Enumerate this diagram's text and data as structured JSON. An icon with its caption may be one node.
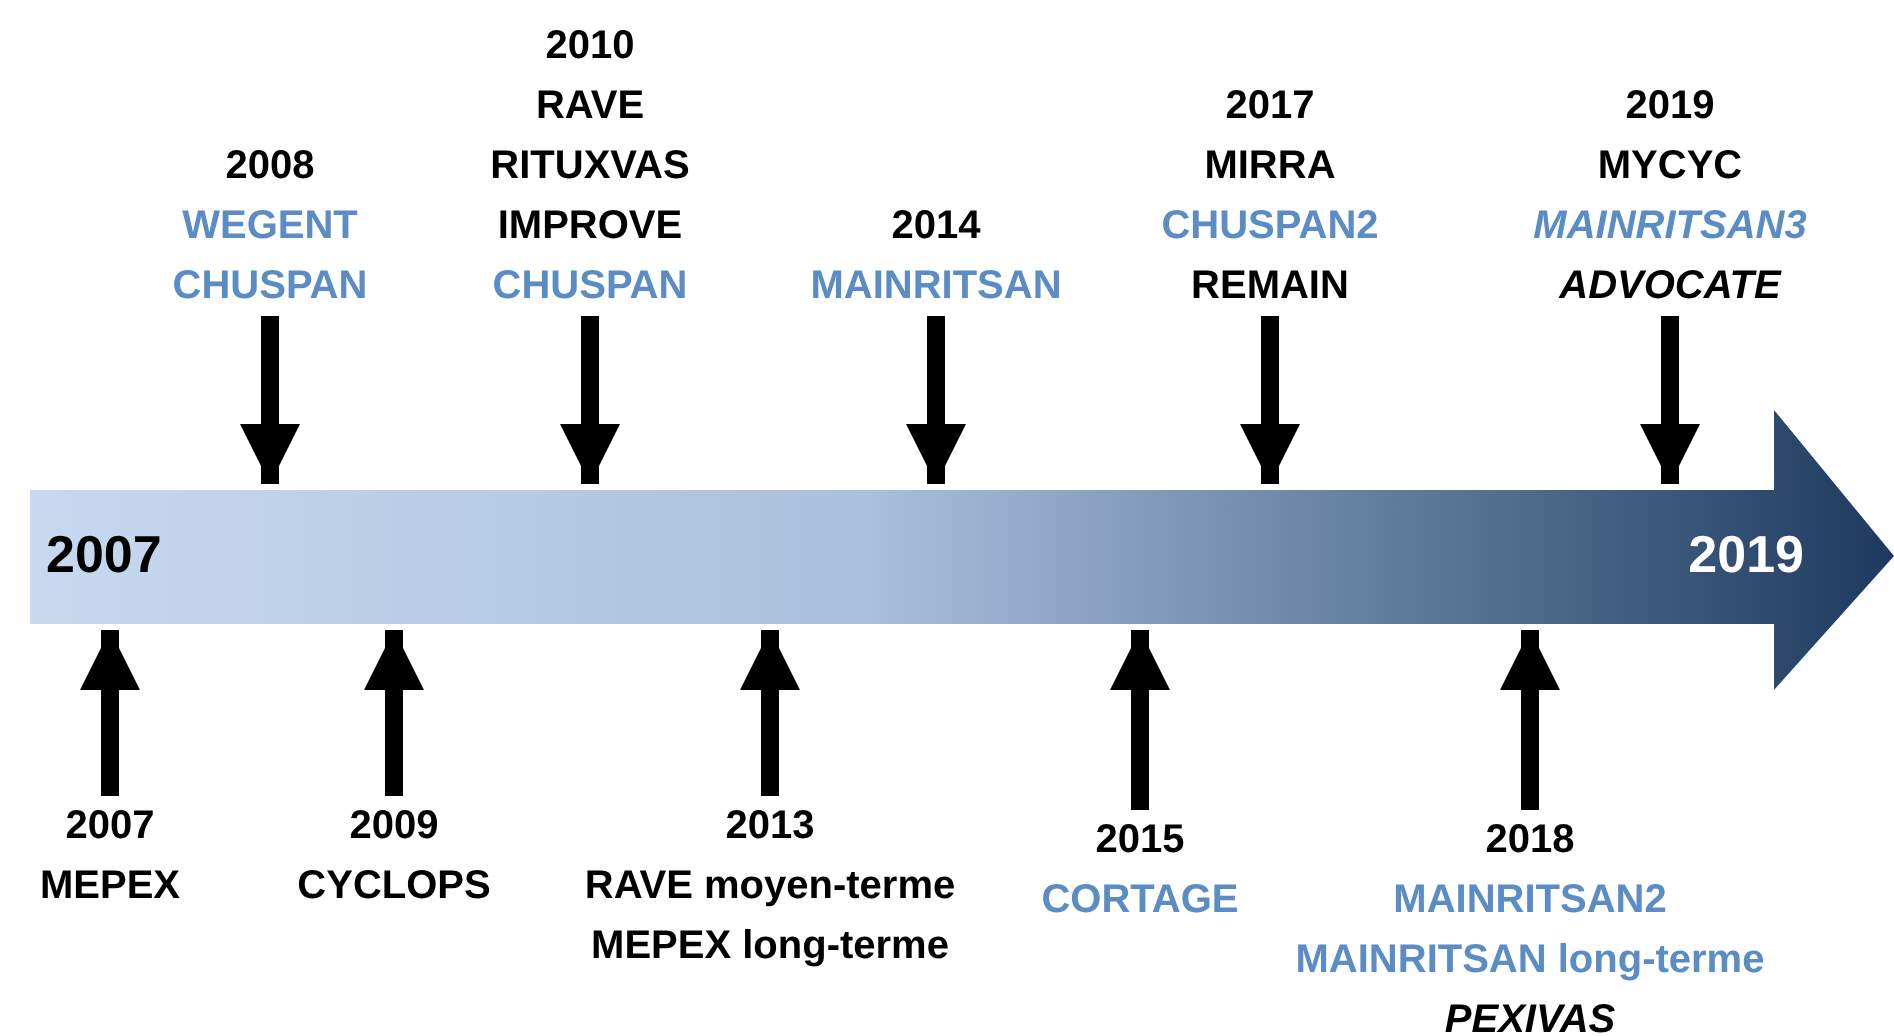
{
  "diagram": {
    "nodes": [
      {
        "text": [
          "2007",
          "2019"
        ]
      },
      {
        "text": [
          "2008",
          "WEGENT",
          "CHUSPAN"
        ]
      },
      {
        "text": [
          "2010",
          "RAVE",
          "RITUXVAS",
          "IMPROVE",
          "CHUSPAN"
        ]
      },
      {
        "text": [
          "2014",
          "MAINRITSAN"
        ]
      },
      {
        "text": [
          "2017",
          "MIRRA",
          "CHUSPAN2",
          "REMAIN"
        ]
      },
      {
        "text": [
          "2019",
          "MYCYC",
          "MAINRITSAN3",
          "ADVOCATE"
        ]
      },
      {
        "text": [
          "2007",
          "MEPEX"
        ]
      },
      {
        "text": [
          "2009",
          "CYCLOPS"
        ]
      },
      {
        "text": [
          "2013",
          "RAVE moyen-terme",
          "MEPEX long-terme"
        ]
      },
      {
        "text": [
          "2015",
          "CORTAGE"
        ]
      },
      {
        "text": [
          "2018",
          "MAINRITSAN2",
          "MAINRITSAN long-terme",
          "PEXIVAS"
        ]
      }
    ],
    "edges": [
      {
        "from": 1,
        "to": 0,
        "arrow": "to"
      },
      {
        "from": 2,
        "to": 0,
        "arrow": "to"
      },
      {
        "from": 3,
        "to": 0,
        "arrow": "to"
      },
      {
        "from": 4,
        "to": 0,
        "arrow": "to"
      },
      {
        "from": 5,
        "to": 0,
        "arrow": "to"
      },
      {
        "from": 6,
        "to": 0,
        "arrow": "to"
      },
      {
        "from": 7,
        "to": 0,
        "arrow": "to"
      },
      {
        "from": 8,
        "to": 0,
        "arrow": "to"
      },
      {
        "from": 9,
        "to": 0,
        "arrow": "to"
      },
      {
        "from": 10,
        "to": 0,
        "arrow": "to"
      }
    ]
  }
}
